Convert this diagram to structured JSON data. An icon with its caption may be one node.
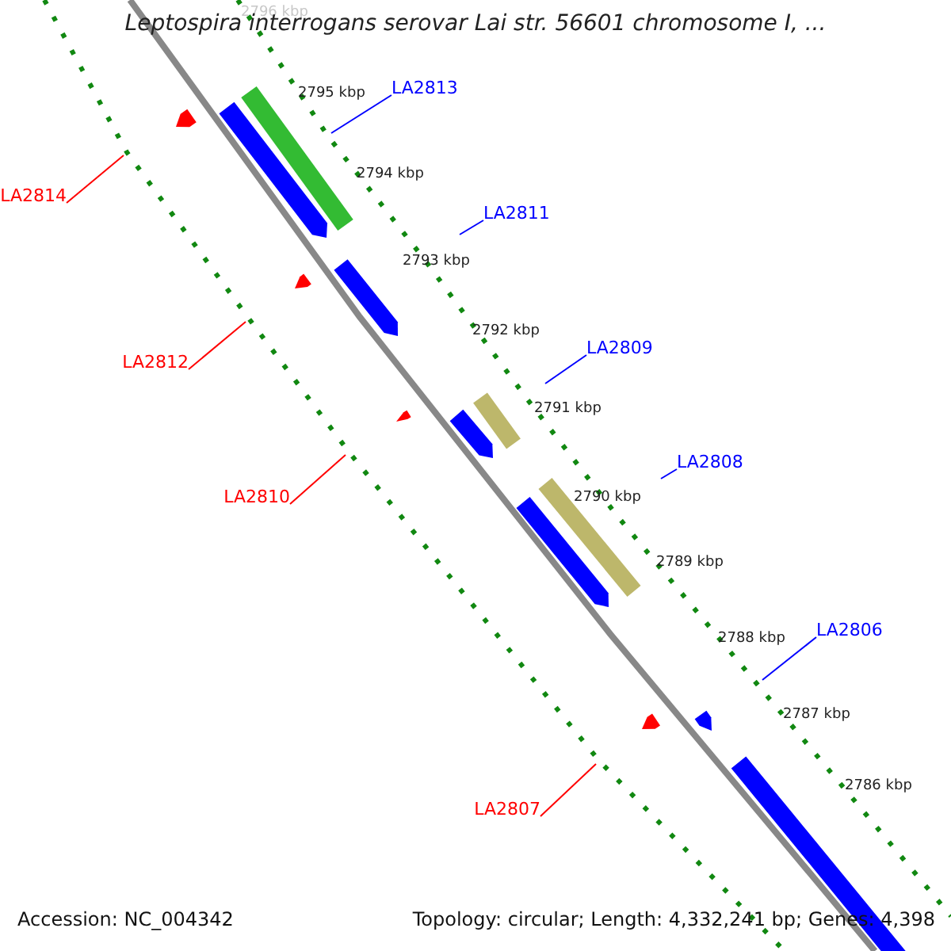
{
  "diagram": {
    "title": "Leptospira interrogans serovar Lai str. 56601 chromosome I, ...",
    "nodes": [
      {
        "text": [
          "LA2813"
        ]
      },
      {
        "text": [
          "LA2814"
        ]
      },
      {
        "text": [
          "LA2811"
        ]
      },
      {
        "text": [
          "LA2809"
        ]
      },
      {
        "text": [
          "LA2812"
        ]
      },
      {
        "text": [
          "LA2808"
        ]
      },
      {
        "text": [
          "LA2810"
        ]
      },
      {
        "text": [
          "LA2806"
        ]
      },
      {
        "text": [
          "LA2807"
        ]
      },
      {
        "text": [],
        "shape": "bar"
      },
      {
        "text": [],
        "shape": "pentagon"
      },
      {
        "text": [],
        "shape": "pentagon"
      },
      {
        "text": [],
        "shape": "pentagon"
      },
      {
        "text": [],
        "shape": "pentagon"
      },
      {
        "text": [],
        "shape": "bar"
      },
      {
        "text": [],
        "shape": "pentagon"
      },
      {
        "text": [],
        "shape": "pentagon"
      },
      {
        "text": [],
        "shape": "bar"
      },
      {
        "text": [],
        "shape": "pentagon"
      },
      {
        "text": [],
        "shape": "pentagon"
      },
      {
        "text": [],
        "shape": "pentagon"
      },
      {
        "text": [],
        "shape": "bar"
      }
    ],
    "edges": [
      {
        "from": 0,
        "to": null,
        "arrow": "none"
      },
      {
        "from": 1,
        "to": null,
        "arrow": "none",
        "color": "#ff0000"
      },
      {
        "from": 2,
        "to": null,
        "arrow": "none"
      },
      {
        "from": 3,
        "to": null,
        "arrow": "none"
      },
      {
        "from": 4,
        "to": null,
        "arrow": "none",
        "color": "#ff0000"
      },
      {
        "from": 5,
        "to": null,
        "arrow": "none"
      },
      {
        "from": 6,
        "to": null,
        "arrow": "none",
        "color": "#ff0000"
      },
      {
        "from": 7,
        "to": null,
        "arrow": "none"
      },
      {
        "from": 8,
        "to": null,
        "arrow": "none",
        "color": "#ff0000"
      }
    ],
    "labels": [
      "2796 kbp",
      "2795 kbp",
      "2794 kbp",
      "2793 kbp",
      "2792 kbp",
      "2791 kbp",
      "2790 kbp",
      "2789 kbp",
      "2788 kbp",
      "2787 kbp",
      "2786 kbp",
      "Accession: NC_004342",
      "Topology: circular; Length: 4,332,241 bp; Genes: 4,398"
    ]
  }
}
